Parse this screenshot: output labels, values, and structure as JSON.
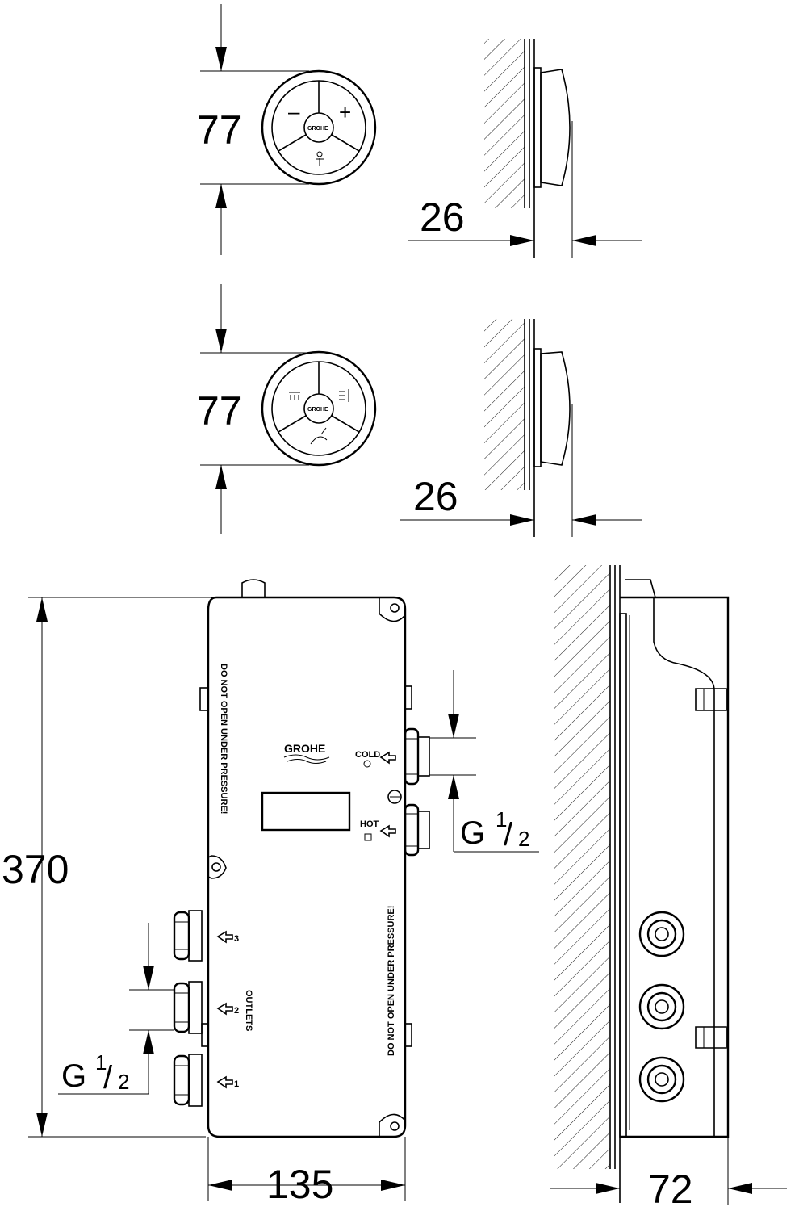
{
  "dimensions": {
    "panel_top_diameter": "77",
    "panel_top_depth": "26",
    "panel_bottom_diameter": "77",
    "panel_bottom_depth": "26",
    "box_height": "370",
    "box_width": "135",
    "box_depth": "72",
    "inlet_thread": "G",
    "inlet_thread_frac_num": "1",
    "inlet_thread_frac_den": "2",
    "outlet_thread": "G",
    "outlet_thread_frac_num": "1",
    "outlet_thread_frac_den": "2"
  },
  "labels": {
    "brand": "GROHE",
    "cold": "COLD",
    "hot": "HOT",
    "outlets": "OUTLETS",
    "warning": "DO NOT OPEN UNDER PRESSURE!",
    "outlet_1": "1",
    "outlet_2": "2",
    "outlet_3": "3"
  }
}
